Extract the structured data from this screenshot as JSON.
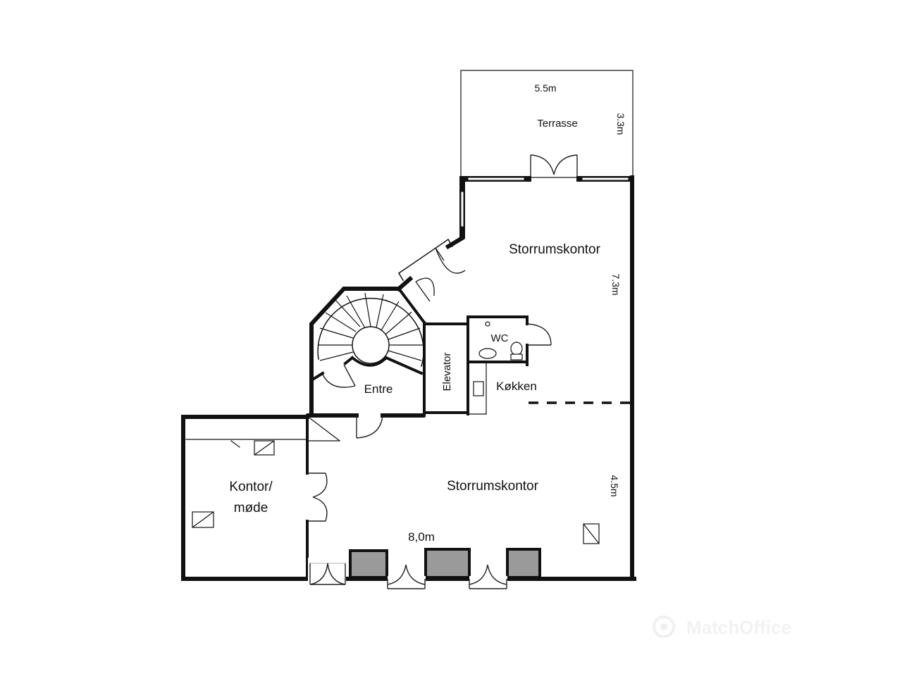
{
  "plan": {
    "rooms": {
      "terrace": "Terrasse",
      "open_office_upper": "Storrumskontor",
      "open_office_lower": "Storrumskontor",
      "wc": "WC",
      "kitchen": "Køkken",
      "elevator": "Elevator",
      "entrance": "Entre",
      "office_meeting_line1": "Kontor/",
      "office_meeting_line2": "møde"
    },
    "dimensions": {
      "terrace_width": "5.5m",
      "terrace_depth": "3.3m",
      "upper_office_length": "7.3m",
      "lower_office_length": "4.5m",
      "lower_office_width": "8,0m"
    },
    "colors": {
      "wall": "#111111",
      "window_fill": "#9a9a9a",
      "background": "#ffffff"
    }
  },
  "watermark": {
    "brand": "MatchOffice",
    "icon": "location-pin-icon"
  }
}
